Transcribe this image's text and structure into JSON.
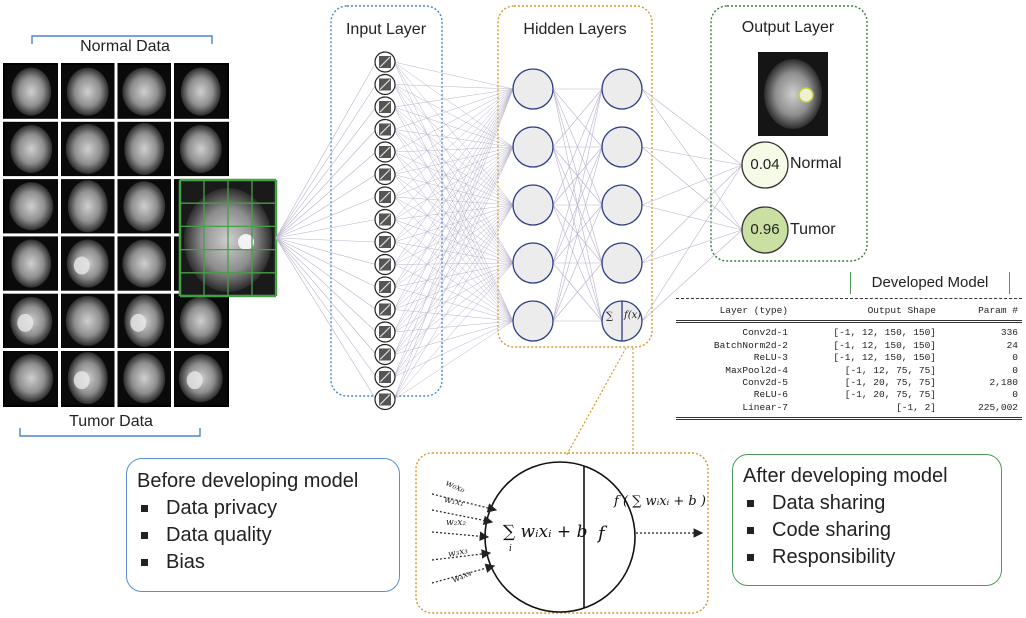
{
  "data_panel": {
    "normal_label": "Normal Data",
    "tumor_label": "Tumor Data"
  },
  "network": {
    "input_title": "Input Layer",
    "hidden_title": "Hidden Layers",
    "output_title": "Output Layer",
    "input_node_count": 16,
    "hidden_columns": 2,
    "hidden_nodes_per_column": 5,
    "activation_sum_symbol": "∑",
    "activation_fn_symbol": "f(x)",
    "outputs": [
      {
        "value": "0.04",
        "label": "Normal"
      },
      {
        "value": "0.96",
        "label": "Tumor"
      }
    ]
  },
  "developed_model": {
    "title": "Developed Model",
    "columns": [
      "Layer (type)",
      "Output Shape",
      "Param #"
    ],
    "rows": [
      [
        "Conv2d-1",
        "[-1, 12, 150, 150]",
        "336"
      ],
      [
        "BatchNorm2d-2",
        "[-1, 12, 150, 150]",
        "24"
      ],
      [
        "ReLU-3",
        "[-1, 12, 150, 150]",
        "0"
      ],
      [
        "MaxPool2d-4",
        "[-1, 12, 75, 75]",
        "0"
      ],
      [
        "Conv2d-5",
        "[-1, 20, 75, 75]",
        "2,180"
      ],
      [
        "ReLU-6",
        "[-1, 20, 75, 75]",
        "0"
      ],
      [
        "Linear-7",
        "[-1, 2]",
        "225,002"
      ]
    ]
  },
  "before_box": {
    "title": "Before developing model",
    "items": [
      "Data privacy",
      "Data quality",
      "Bias"
    ]
  },
  "after_box": {
    "title": "After developing model",
    "items": [
      "Data sharing",
      "Code sharing",
      "Responsibility"
    ]
  },
  "neuron_detail": {
    "weights": [
      "w₀x₀",
      "w₁x₁",
      "w₂x₂",
      "w₃x₃",
      "w₄x₄"
    ],
    "sum_expression": "∑ wᵢxᵢ + b",
    "sum_index": "i",
    "fn_symbol": "f",
    "output_expression": "f ( ∑ wᵢxᵢ + b )"
  },
  "colors": {
    "input_border": "#4a86c8",
    "hidden_border": "#d49a2a",
    "output_border": "#3d7a45",
    "grid_green": "#46a046",
    "before_border": "#5b8fd0",
    "after_border": "#4f9a58",
    "normal_fill": "#f6fbe8",
    "tumor_fill": "#c9e0a2",
    "node_fill": "#ececec",
    "node_stroke": "#2e3e86"
  }
}
